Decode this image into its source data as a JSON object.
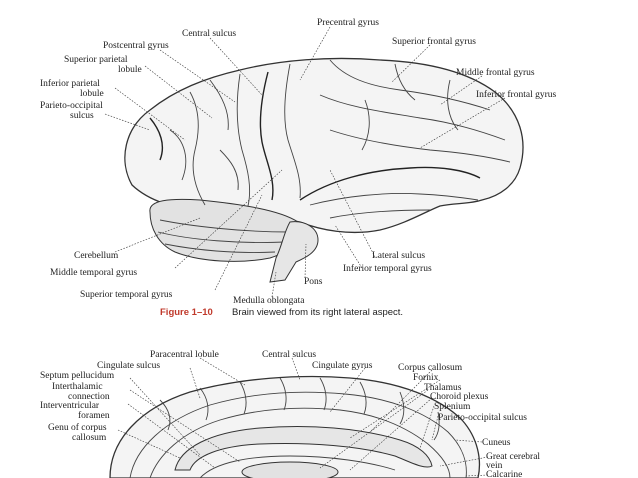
{
  "figure_top": {
    "labels": {
      "precentral_gyrus": "Precentral gyrus",
      "central_sulcus": "Central sulcus",
      "superior_frontal_gyrus": "Superior frontal gyrus",
      "postcentral_gyrus": "Postcentral gyrus",
      "superior_parietal_lobule_1": "Superior parietal",
      "superior_parietal_lobule_2": "lobule",
      "middle_frontal_gyrus": "Middle frontal gyrus",
      "inferior_parietal_lobule_1": "Inferior parietal",
      "inferior_parietal_lobule_2": "lobule",
      "inferior_frontal_gyrus": "Inferior frontal gyrus",
      "parieto_occipital_sulcus_1": "Parieto-occipital",
      "parieto_occipital_sulcus_2": "sulcus",
      "cerebellum": "Cerebellum",
      "lateral_sulcus": "Lateral sulcus",
      "middle_temporal_gyrus": "Middle temporal gyrus",
      "inferior_temporal_gyrus": "Inferior temporal gyrus",
      "pons": "Pons",
      "superior_temporal_gyrus": "Superior temporal gyrus",
      "medulla_oblongata": "Medulla oblongata"
    },
    "caption": {
      "figure_number": "Figure 1–10",
      "text": "Brain viewed from its right lateral aspect."
    }
  },
  "figure_bottom": {
    "labels": {
      "paracentral_lobule": "Paracentral lobule",
      "central_sulcus": "Central sulcus",
      "cingulate_sulcus": "Cingulate sulcus",
      "cingulate_gyrus": "Cingulate gyrus",
      "corpus_callosum": "Corpus callosum",
      "septum_pellucidum": "Septum pellucidum",
      "fornix": "Fornix",
      "interthalamic_1": "Interthalamic",
      "interthalamic_2": "connection",
      "thalamus": "Thalamus",
      "choroid_plexus": "Choroid plexus",
      "interventricular_1": "Interventricular",
      "interventricular_2": "foramen",
      "splenium": "Splenium",
      "parieto_occipital_sulcus": "Parieto-occipital sulcus",
      "genu_1": "Genu of corpus",
      "genu_2": "callosum",
      "cuneus": "Cuneus",
      "great_cerebral_vein_1": "Great cerebral",
      "great_cerebral_vein_2": "vein",
      "calcarine": "Calcarine"
    }
  }
}
